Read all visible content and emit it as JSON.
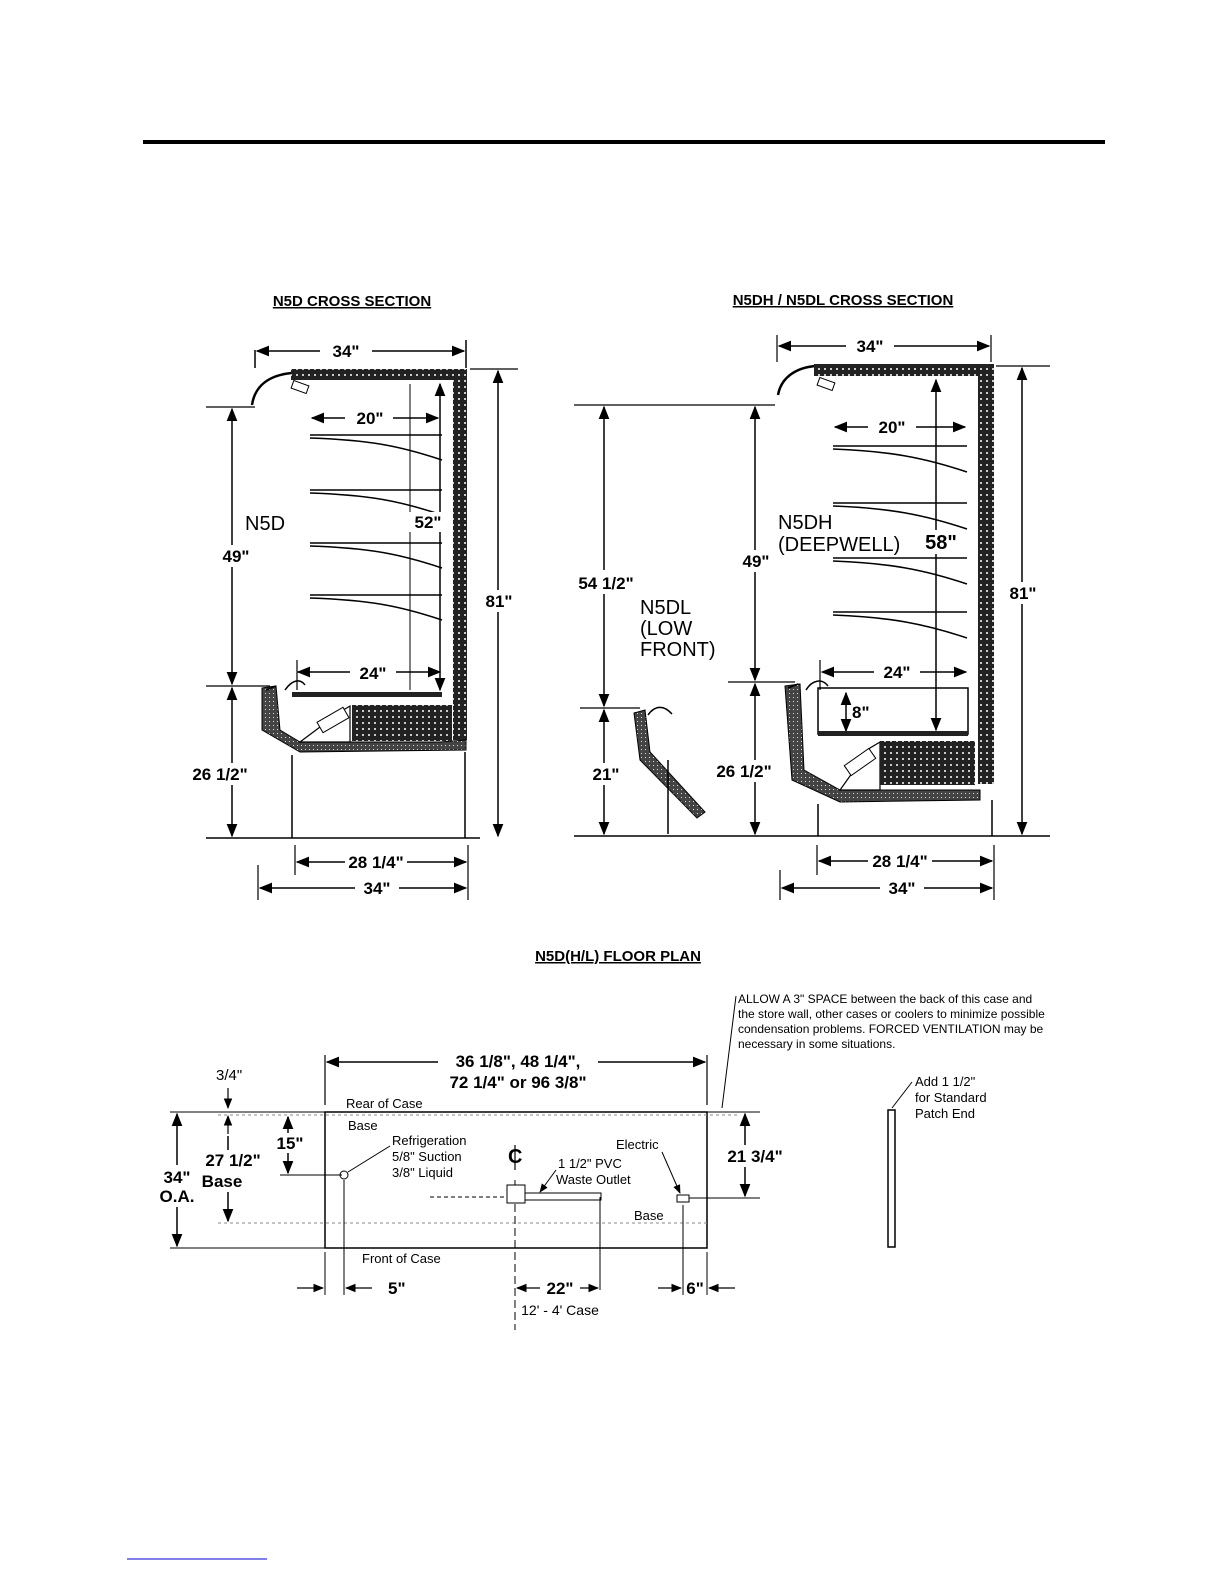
{
  "n5d": {
    "title": "N5D CROSS SECTION",
    "top_width": "34\"",
    "shelf_depth": "20\"",
    "model": "N5D",
    "inner_height": "52\"",
    "height_above_base": "49\"",
    "overall_height": "81\"",
    "well_depth": "24\"",
    "base_height": "26 1/2\"",
    "foot_width": "28 1/4\"",
    "bottom_width": "34\""
  },
  "n5dh": {
    "title": "N5DH / N5DL CROSS SECTION",
    "top_width": "34\"",
    "shelf_depth": "20\"",
    "deepwell_label_1": "N5DH",
    "deepwell_label_2": "(DEEPWELL)",
    "inner_height": "58\"",
    "lowfront_height": "54 1/2\"",
    "lowfront_label_1": "N5DL",
    "lowfront_label_2": "(LOW",
    "lowfront_label_3": "FRONT)",
    "height_above_base": "49\"",
    "overall_height": "81\"",
    "well_depth": "24\"",
    "well_drop": "8\"",
    "lowfront_base": "21\"",
    "base_height": "26 1/2\"",
    "foot_width": "28 1/4\"",
    "bottom_width": "34\""
  },
  "floor_plan": {
    "title": "N5D(H/L) FLOOR PLAN",
    "note_lines": [
      "ALLOW A 3\" SPACE between the back of this case and",
      "the store wall, other cases or coolers to minimize possible",
      "condensation problems.  FORCED VENTILATION may be",
      "necessary in some situations."
    ],
    "length_1": "36 1/8\", 48 1/4\",",
    "length_2": "72 1/4\" or 96 3/8\"",
    "rear_offset": "3/4\"",
    "rear_label": "Rear of Case",
    "base_label_top": "Base",
    "refrig_1": "Refrigeration",
    "refrig_2": "5/8\" Suction",
    "refrig_3": "3/8\" Liquid",
    "refrig_depth": "15\"",
    "base_depth_1": "27 1/2\"",
    "base_depth_2": "Base",
    "oa_1": "34\"",
    "oa_2": "O.A.",
    "centerline": "C",
    "pvc_1": "1 1/2\" PVC",
    "pvc_2": "Waste Outlet",
    "electric": "Electric",
    "electric_depth": "21 3/4\"",
    "base_label_bottom": "Base",
    "front_label": "Front of Case",
    "refrig_offset": "5\"",
    "waste_offset": "22\"",
    "waste_note": "12' - 4' Case",
    "electric_offset": "6\"",
    "patch_1": "Add 1 1/2\"",
    "patch_2": "for Standard",
    "patch_3": "Patch End"
  },
  "colors": {
    "ink": "#000000",
    "fill": "#333333",
    "paper": "#ffffff"
  }
}
